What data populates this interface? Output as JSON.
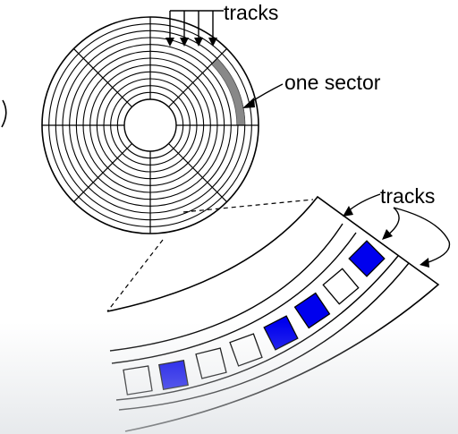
{
  "labels": {
    "tracks_top": "tracks",
    "one_sector": "one sector",
    "tracks_zoom": "tracks"
  },
  "colors": {
    "filled_cell": "#0000ee",
    "highlighted_sector": "#888888",
    "line": "#000000"
  },
  "platter": {
    "track_count": 12,
    "sector_count": 8
  },
  "zoom": {
    "cells": [
      "empty",
      "filled",
      "empty",
      "empty",
      "filled",
      "filled",
      "empty",
      "filled"
    ]
  }
}
